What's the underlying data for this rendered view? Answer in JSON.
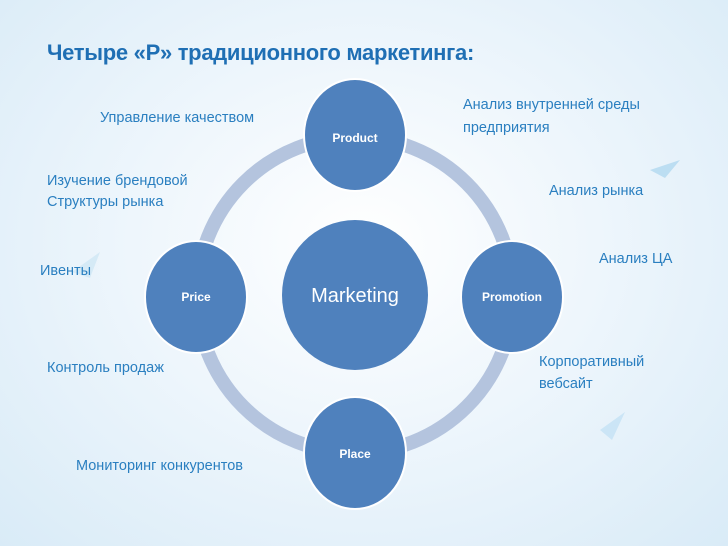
{
  "title": "Четыре «Р» традиционного маркетинга:",
  "center": "Marketing",
  "nodes": {
    "product": "Product",
    "price": "Price",
    "promotion": "Promotion",
    "place": "Place"
  },
  "notes": {
    "quality": "Управление качеством",
    "internal_1": "Анализ внутренней среды",
    "internal_2": "предприятия",
    "brand_1": "Изучение брендовой",
    "brand_2": "Структуры рынка",
    "market": "Анализ рынка",
    "ta": "Анализ ЦА",
    "events": "Ивенты",
    "sales": "Контроль продаж",
    "site_1": "Корпоративный",
    "site_2": "вебсайт",
    "competitors": "Мониторинг конкурентов"
  },
  "colors": {
    "node": "#4f81bd",
    "ring": "#b4c4de",
    "text": "#2a7fc0"
  }
}
